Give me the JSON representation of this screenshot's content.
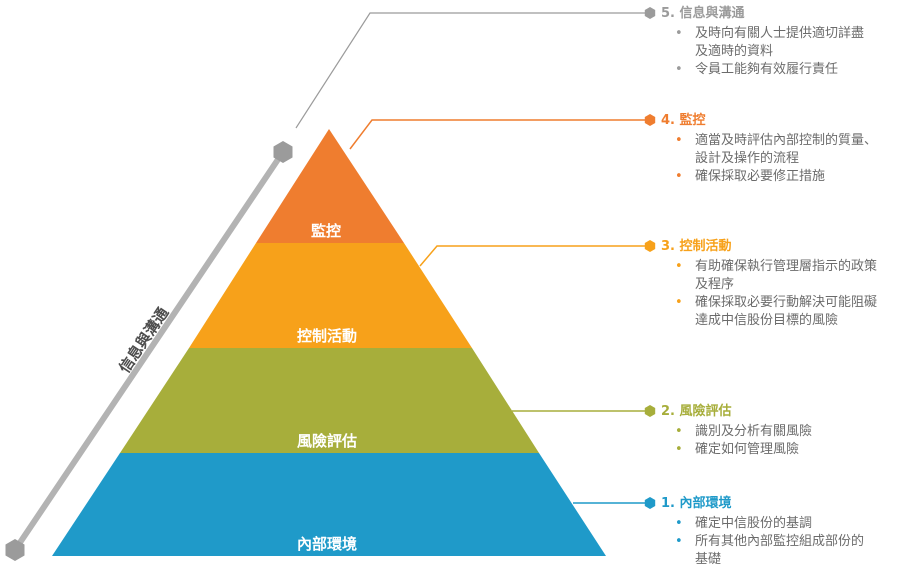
{
  "colors": {
    "monitoring": "#ef7d2f",
    "control": "#f7a11a",
    "risk": "#a7ae3b",
    "environment": "#1f9ac9",
    "info": "#9b9b9b",
    "infoBar": "#b3b3b3"
  },
  "pyramid": {
    "layers": [
      {
        "key": "monitoring",
        "label": "監控"
      },
      {
        "key": "control",
        "label": "控制活動"
      },
      {
        "key": "risk",
        "label": "風險評估"
      },
      {
        "key": "environment",
        "label": "內部環境"
      }
    ]
  },
  "axis_label": "信息與溝通",
  "legend": [
    {
      "key": "info",
      "title": "5. 信息與溝通",
      "bullets": [
        "及時向有關人士提供適切詳盡\n及適時的資料",
        "令員工能夠有效履行責任"
      ]
    },
    {
      "key": "monitoring",
      "title": "4. 監控",
      "bullets": [
        "適當及時評估內部控制的質量、\n設計及操作的流程",
        "確保採取必要修正措施"
      ]
    },
    {
      "key": "control",
      "title": "3. 控制活動",
      "bullets": [
        "有助確保執行管理層指示的政策\n及程序",
        "確保採取必要行動解決可能阻礙\n達成中信股份目標的風險"
      ]
    },
    {
      "key": "risk",
      "title": "2. 風險評估",
      "bullets": [
        "識別及分析有關風險",
        "確定如何管理風險"
      ]
    },
    {
      "key": "environment",
      "title": "1. 內部環境",
      "bullets": [
        "確定中信股份的基調",
        "所有其他內部監控組成部份的\n基礎"
      ]
    }
  ]
}
